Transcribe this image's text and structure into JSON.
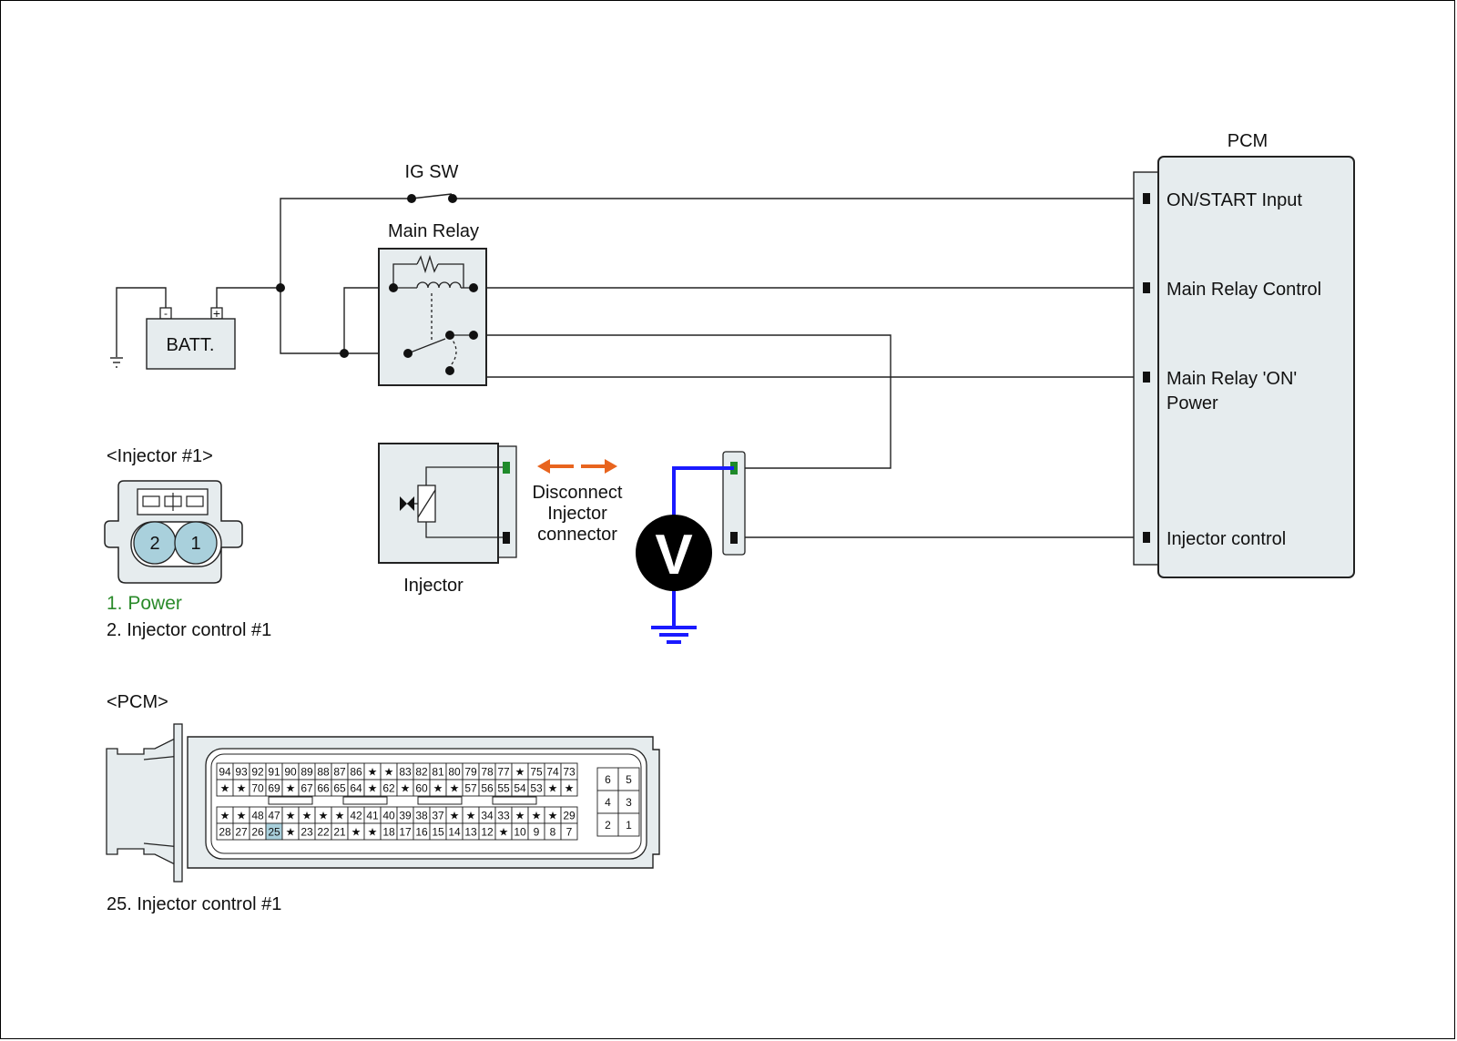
{
  "labels": {
    "pcm_title": "PCM",
    "ig_sw": "IG SW",
    "main_relay": "Main Relay",
    "battery": "BATT.",
    "battery_minus": "-",
    "battery_plus": "+",
    "injector": "Injector",
    "disconnect_line1": "Disconnect",
    "disconnect_line2": "Injector",
    "disconnect_line3": "connector",
    "voltmeter": "V"
  },
  "pcm_pins": {
    "on_start": "ON/START Input",
    "main_relay_control": "Main Relay Control",
    "main_relay_on_line1": "Main Relay 'ON'",
    "main_relay_on_line2": "Power",
    "injector_control": "Injector control"
  },
  "injector_connector": {
    "title": "<Injector #1>",
    "pin2": "2",
    "pin1": "1",
    "legend1": "1. Power",
    "legend2": "2. Injector control #1"
  },
  "pcm_connector": {
    "title": "<PCM>",
    "note": "25. Injector control #1",
    "highlight_pin": "25",
    "row1": [
      "94",
      "93",
      "92",
      "91",
      "90",
      "89",
      "88",
      "87",
      "86",
      "★",
      "★",
      "83",
      "82",
      "81",
      "80",
      "79",
      "78",
      "77",
      "★",
      "75",
      "74",
      "73"
    ],
    "row2": [
      "★",
      "★",
      "70",
      "69",
      "★",
      "67",
      "66",
      "65",
      "64",
      "★",
      "62",
      "★",
      "60",
      "★",
      "★",
      "57",
      "56",
      "55",
      "54",
      "53",
      "★",
      "★"
    ],
    "row3": [
      "★",
      "★",
      "48",
      "47",
      "★",
      "★",
      "★",
      "★",
      "42",
      "41",
      "40",
      "39",
      "38",
      "37",
      "★",
      "★",
      "34",
      "33",
      "★",
      "★",
      "★",
      "29"
    ],
    "row4": [
      "28",
      "27",
      "26",
      "25",
      "★",
      "23",
      "22",
      "21",
      "★",
      "★",
      "18",
      "17",
      "16",
      "15",
      "14",
      "13",
      "12",
      "★",
      "10",
      "9",
      "8",
      "7"
    ],
    "side_grid": [
      [
        "6",
        "5"
      ],
      [
        "4",
        "3"
      ],
      [
        "2",
        "1"
      ]
    ]
  },
  "colors": {
    "line": "#222222",
    "wire_blue": "#1a1aff",
    "arrow_orange": "#e8641e",
    "pin_green": "#1f8a2a",
    "legend_green": "#2a8a2a",
    "panel_fill": "#e6ecee",
    "pin_blue": "#a9d0dc"
  }
}
